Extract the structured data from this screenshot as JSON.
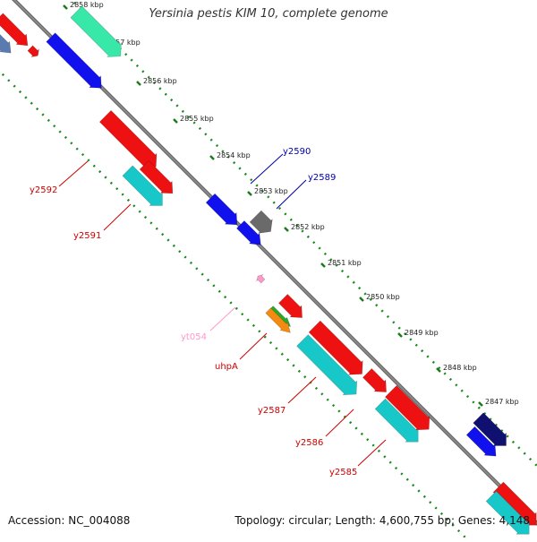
{
  "title": "Yersinia pestis KIM 10, complete genome",
  "accession_text": "Accession: NC_004088",
  "summary_text": "Topology: circular; Length: 4,600,755 bp; Genes: 4,148",
  "ticks": [
    "2858 kbp",
    "2857 kbp",
    "2856 kbp",
    "2855 kbp",
    "2854 kbp",
    "2853 kbp",
    "2852 kbp",
    "2851 kbp",
    "2850 kbp",
    "2849 kbp",
    "2848 kbp",
    "2847 kbp"
  ],
  "gene_labels": [
    "y2590",
    "y2589",
    "y2592",
    "y2591",
    "yt054",
    "uhpA",
    "y2587",
    "y2586",
    "y2585"
  ],
  "colors": {
    "backbone": "#888888",
    "dotted_track": "#1a8a1a",
    "tick_mark": "#1a7a1a",
    "red": "#ee1111",
    "blue": "#1111ee",
    "navy": "#101070",
    "cyan": "#18c8c8",
    "mint": "#38e8a8",
    "gray": "#6a6a6a",
    "orange": "#f58a10",
    "green": "#2aa82a",
    "pink": "#ff99cc",
    "steel": "#5a7ab0",
    "label_red": "#cc0000",
    "label_blue": "#0000aa",
    "label_pink": "#ff99cc"
  }
}
